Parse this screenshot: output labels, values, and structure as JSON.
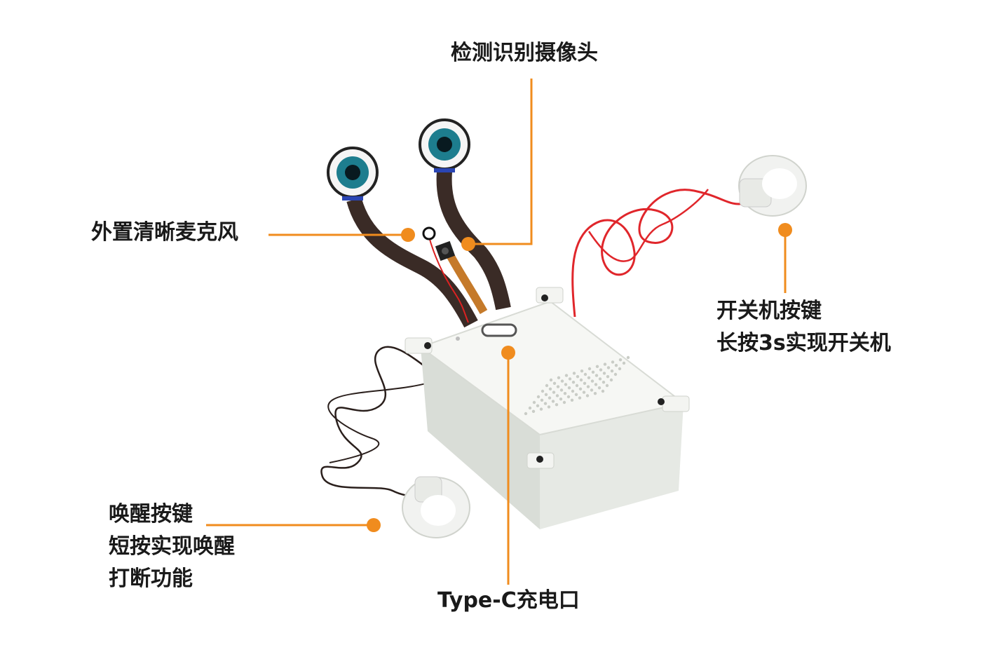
{
  "colors": {
    "accent": "#f08c1e",
    "device_body": "#eef0ec",
    "text": "#1a1a1a"
  },
  "labels": {
    "camera": [
      "检测识别摄像头"
    ],
    "microphone": [
      "外置清晰麦克风"
    ],
    "power_button": [
      "开关机按键",
      "长按3s实现开关机"
    ],
    "wake_button": [
      "唤醒按键",
      "短按实现唤醒",
      "打断功能"
    ],
    "type_c": [
      "Type-C充电口"
    ]
  }
}
